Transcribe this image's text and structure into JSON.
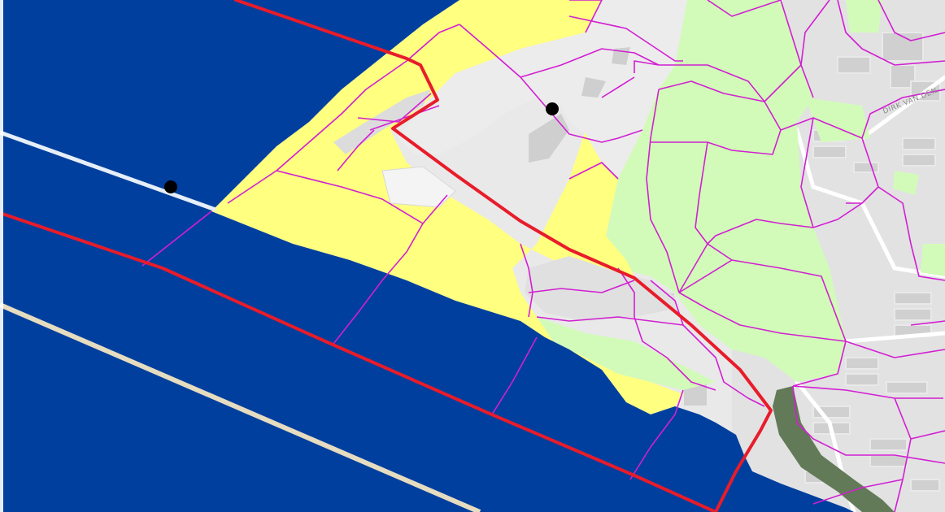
{
  "map": {
    "street_label": "DIRK VAN DEN",
    "colors": {
      "water": "#003f9e",
      "beach": "#ffff80",
      "green": "#d2fbb9",
      "urban": "#dcdcdc",
      "urban_light": "#ececec",
      "building": "#c8c8c8",
      "land_bg": "#e9e9e9",
      "parcel_line": "#d21fd2",
      "boundary_line": "#e81c2a",
      "canal": "#627a57",
      "transect_white": "#e6eef8",
      "transect_tan": "#e6dcc0",
      "marker": "#000000"
    },
    "layers": [
      "water",
      "beach",
      "green-areas",
      "urban-area",
      "parcel-boundaries",
      "administrative-boundary",
      "transect-lines",
      "point-markers",
      "canal"
    ]
  }
}
